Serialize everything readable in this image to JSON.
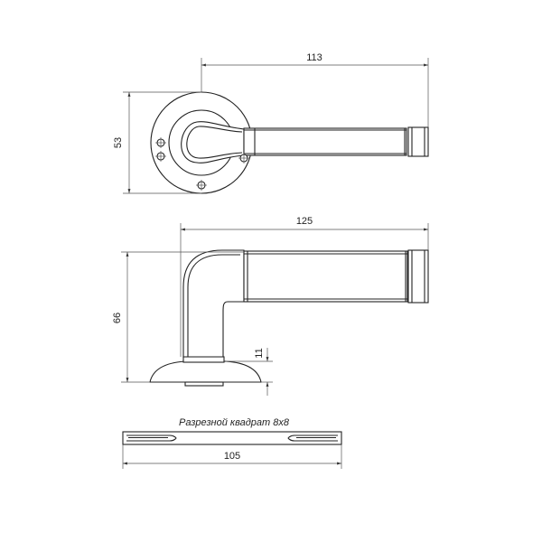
{
  "dimensions": {
    "top_width": "113",
    "top_height": "53",
    "side_width": "125",
    "side_height": "66",
    "rose_thickness": "11",
    "spindle_length": "105"
  },
  "spindle_caption": "Разрезной квадрат 8х8",
  "colors": {
    "line": "#222222",
    "dimension_line": "#555555",
    "background": "#ffffff"
  }
}
